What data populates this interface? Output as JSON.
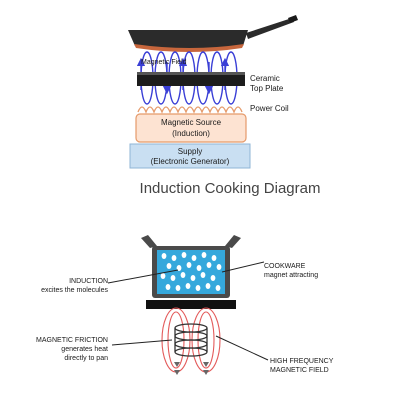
{
  "top_diagram": {
    "magnetic_field_label": "Magnetic Field",
    "ceramic_label_line1": "Ceramic",
    "ceramic_label_line2": "Top Plate",
    "power_coil_label": "Power Coil",
    "magnetic_source_line1": "Magnetic Source",
    "magnetic_source_line2": "(Induction)",
    "supply_line1": "Supply",
    "supply_line2": "(Electronic Generator)"
  },
  "title": "Induction Cooking Diagram",
  "bottom_diagram": {
    "cookware_title": "COOKWARE",
    "cookware_sub": "magnet attracting",
    "induction_title": "INDUCTION",
    "induction_sub": "excites the molecules",
    "friction_line1": "MAGNETIC FRICTION",
    "friction_line2": "generates heat",
    "friction_line3": "directly to pan",
    "hf_line1": "HIGH FREQUENCY",
    "hf_line2": "MAGNETIC FIELD"
  },
  "colors": {
    "pan": "#2b2b2b",
    "pan_base": "#c7663c",
    "field_lines": "#3a3fd6",
    "ceramic_plate": "#1c1c1c",
    "coil": "#e59a6a",
    "source_fill": "#fde3d2",
    "supply_fill": "#c9dff2",
    "water": "#35a8dc",
    "pot": "#4a4a4a",
    "hf_field": "#e35a5a"
  }
}
